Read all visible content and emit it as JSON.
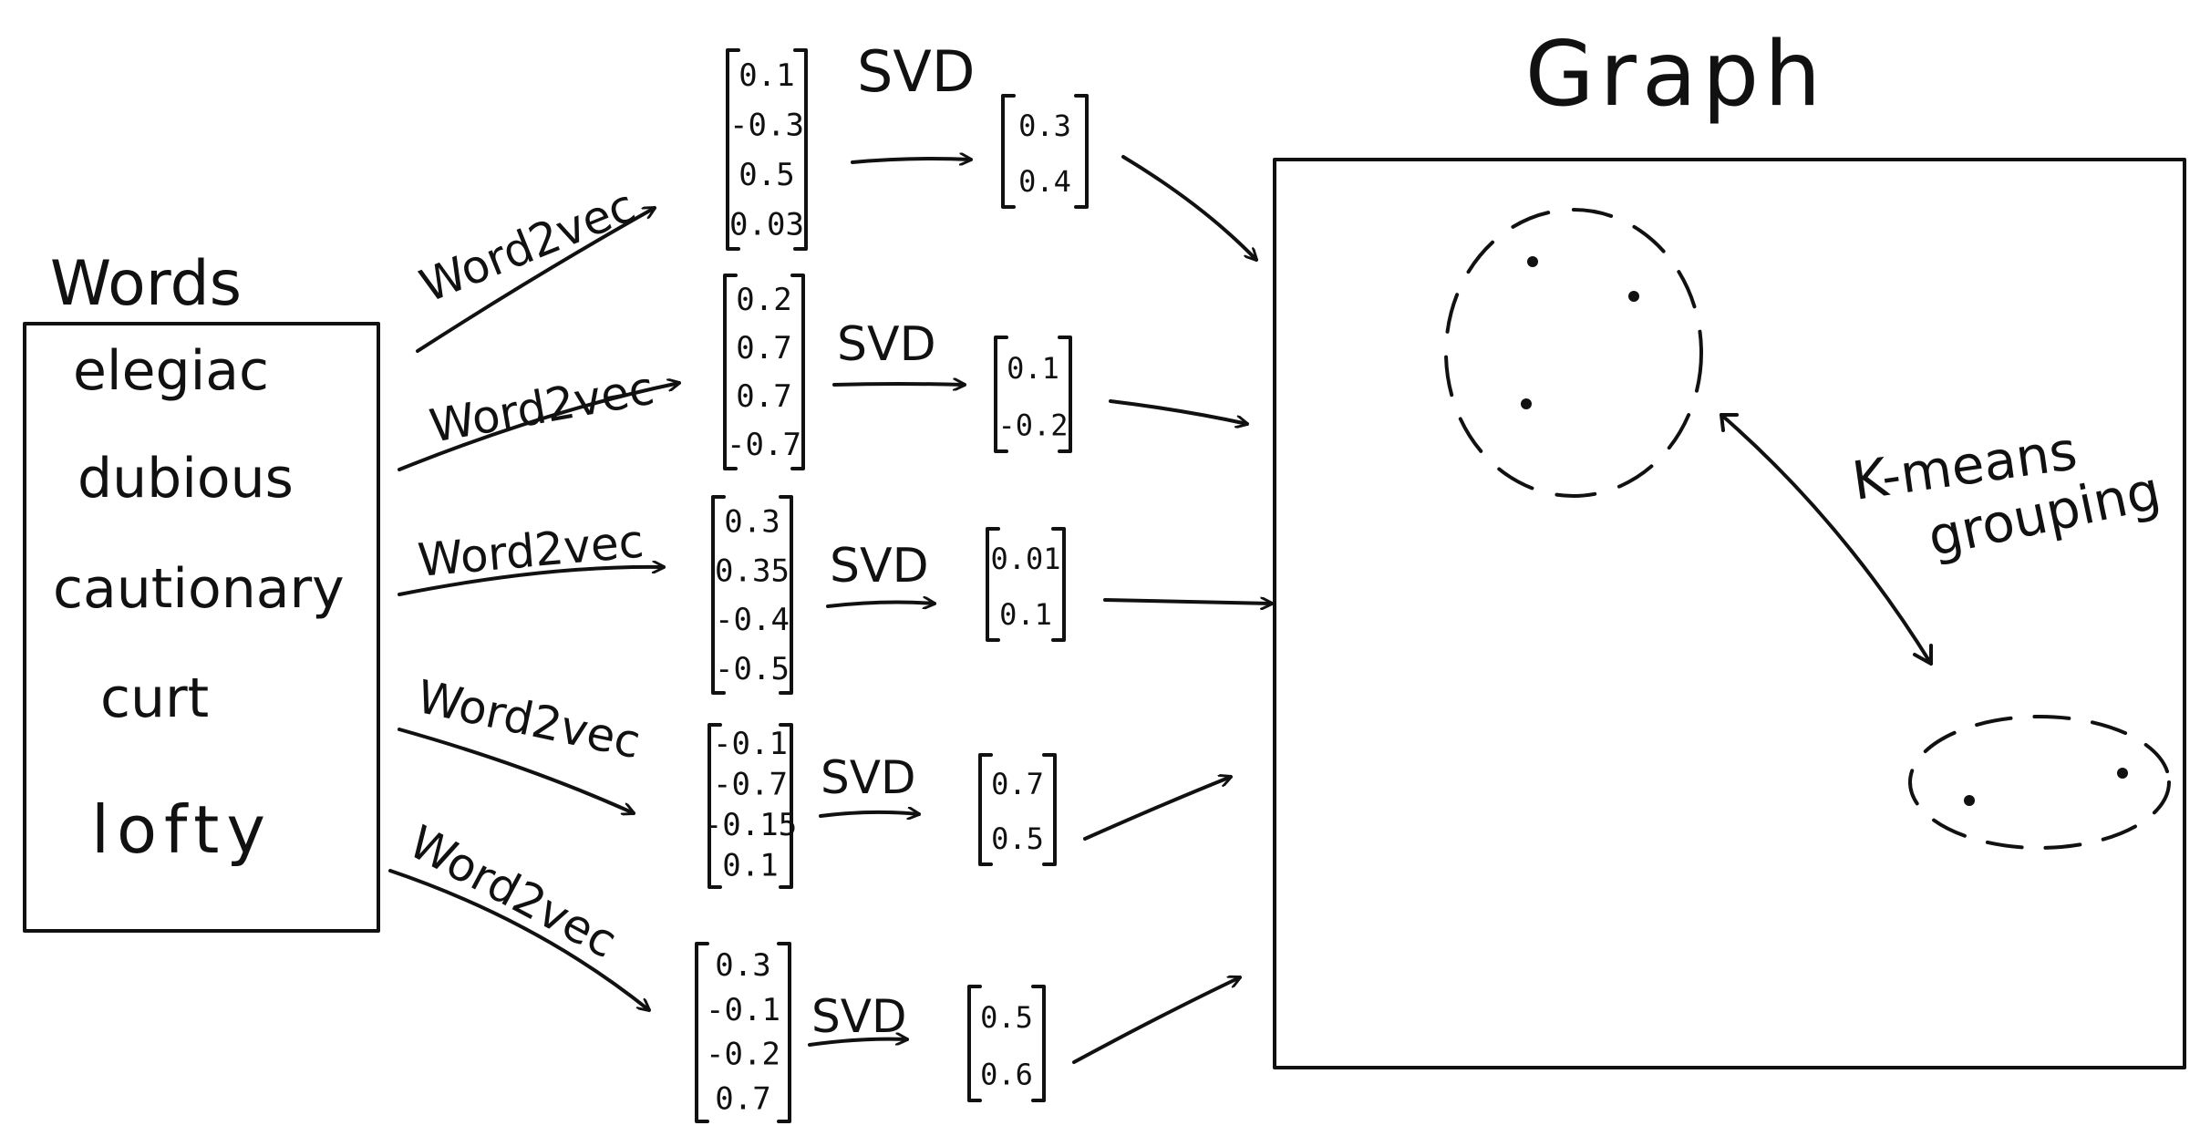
{
  "words_panel": {
    "title": "Words",
    "items": [
      "elegiac",
      "dubious",
      "cautionary",
      "curt",
      "lofty"
    ]
  },
  "edge_label": "Word2vec",
  "svd_label": "SVD",
  "vectors": [
    [
      "0.1",
      "-0.3",
      "0.5",
      "0.03"
    ],
    [
      "0.2",
      "0.7",
      "0.7",
      "-0.7"
    ],
    [
      "0.3",
      "0.35",
      "-0.4",
      "-0.5"
    ],
    [
      "-0.1",
      "-0.7",
      "-0.15",
      "0.1"
    ],
    [
      "0.3",
      "-0.1",
      "-0.2",
      "0.7"
    ]
  ],
  "reduced_vectors": [
    [
      "0.3",
      "0.4"
    ],
    [
      "0.1",
      "-0.2"
    ],
    [
      "0.01",
      "0.1"
    ],
    [
      "0.7",
      "0.5"
    ],
    [
      "0.5",
      "0.6"
    ]
  ],
  "graph": {
    "title": "Graph",
    "annotation_line1": "K-means",
    "annotation_line2": "grouping"
  }
}
